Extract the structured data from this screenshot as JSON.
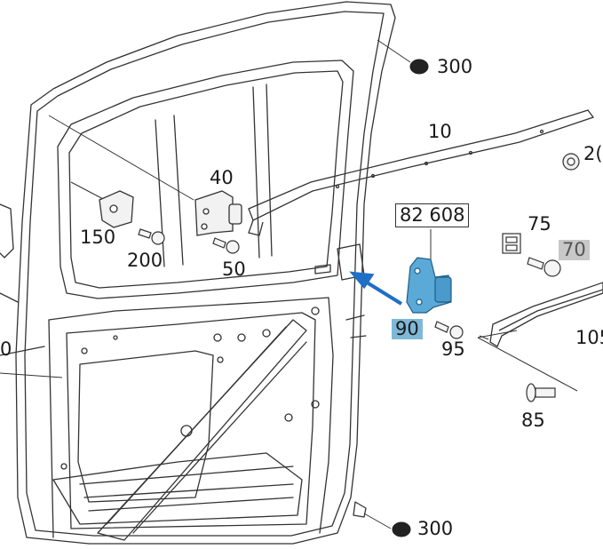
{
  "diagram": {
    "highlight_color": "#7fb8d6",
    "part_color": "#5aa9d6",
    "arrow_color": "#1f6fc5",
    "labels": {
      "p300_top": "300",
      "p10": "10",
      "p20": "2(",
      "p40": "40",
      "p150": "150",
      "p200": "200",
      "p50": "50",
      "p82608": "82 608",
      "p75": "75",
      "p70": "70",
      "p90": "90",
      "p95": "95",
      "p105": "105",
      "p85": "85",
      "p300_bottom": "300",
      "p0_left": "0"
    }
  }
}
